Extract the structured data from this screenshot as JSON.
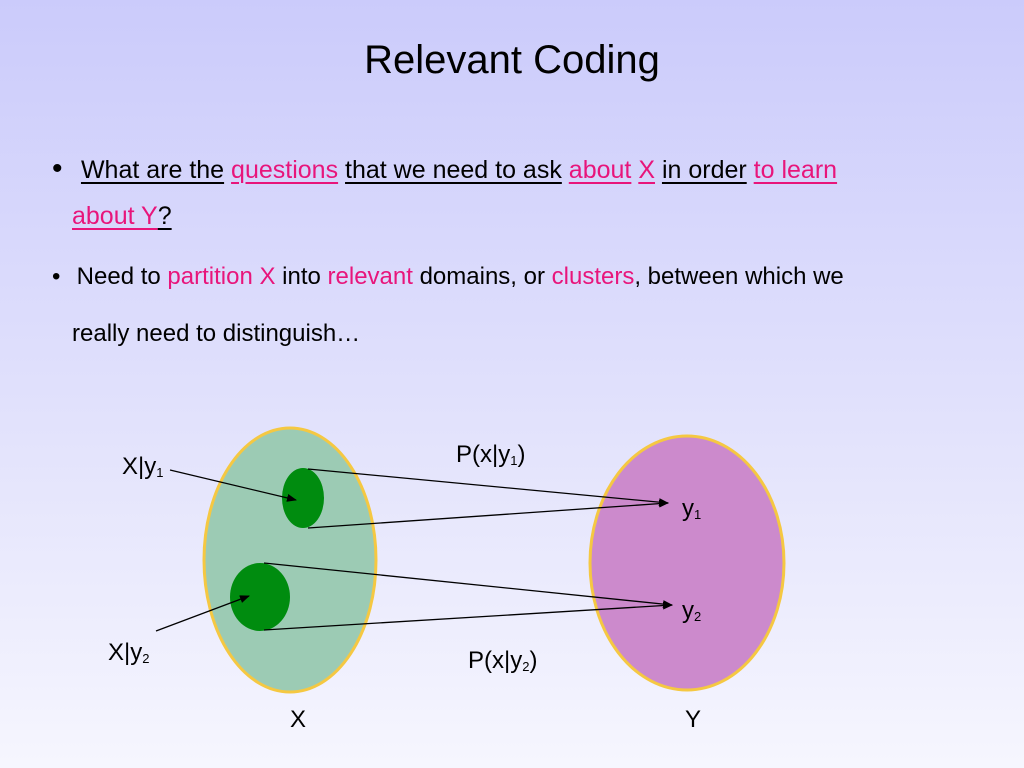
{
  "slide": {
    "title": "Relevant Coding"
  },
  "bullets": {
    "first": {
      "t1": "What are the",
      "t2": "questions",
      "t3": "that we need to ask",
      "t4": "about",
      "t5": "X",
      "t6": "in order",
      "t7": "to learn",
      "t8": "about Y",
      "t9": "?"
    },
    "second": {
      "t1": "Need to",
      "t2": "partition X",
      "t3": "into",
      "t4": "relevant",
      "t5": "domains, or",
      "t6": "clusters",
      "t7": ", between which we",
      "t8": "really need to distinguish…"
    }
  },
  "diagram": {
    "label_x_given_y1": "X|y",
    "label_x_given_y1_sub": "1",
    "label_x_given_y2": "X|y",
    "label_x_given_y2_sub": "2",
    "label_p1_pre": "P(x|y",
    "label_p1_sub": "1",
    "label_p1_post": ")",
    "label_p2_pre": "P(x|y",
    "label_p2_sub": "2",
    "label_p2_post": ")",
    "label_y1": "y",
    "label_y1_sub": "1",
    "label_y2": "y",
    "label_y2_sub": "2",
    "set_x_label": "X",
    "set_y_label": "Y"
  },
  "colors": {
    "highlight": "#e8157b",
    "set_x_fill": "#9ccbb4",
    "set_y_fill": "#cc8acc",
    "outline": "#f5c842",
    "cluster_fill": "#008c0f"
  }
}
